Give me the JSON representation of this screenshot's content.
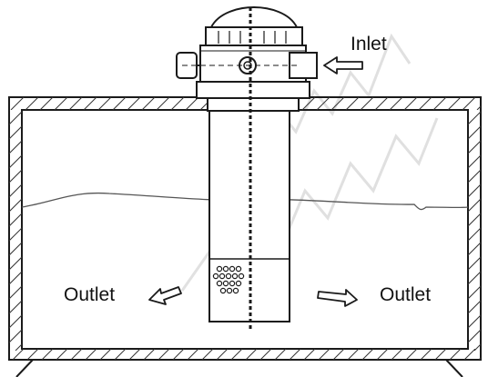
{
  "labels": {
    "inlet": "Inlet",
    "outlet_left": "Outlet",
    "outlet_right": "Outlet"
  },
  "colors": {
    "line": "#1a1a1a",
    "water_line": "#555555",
    "background": "#ffffff"
  }
}
